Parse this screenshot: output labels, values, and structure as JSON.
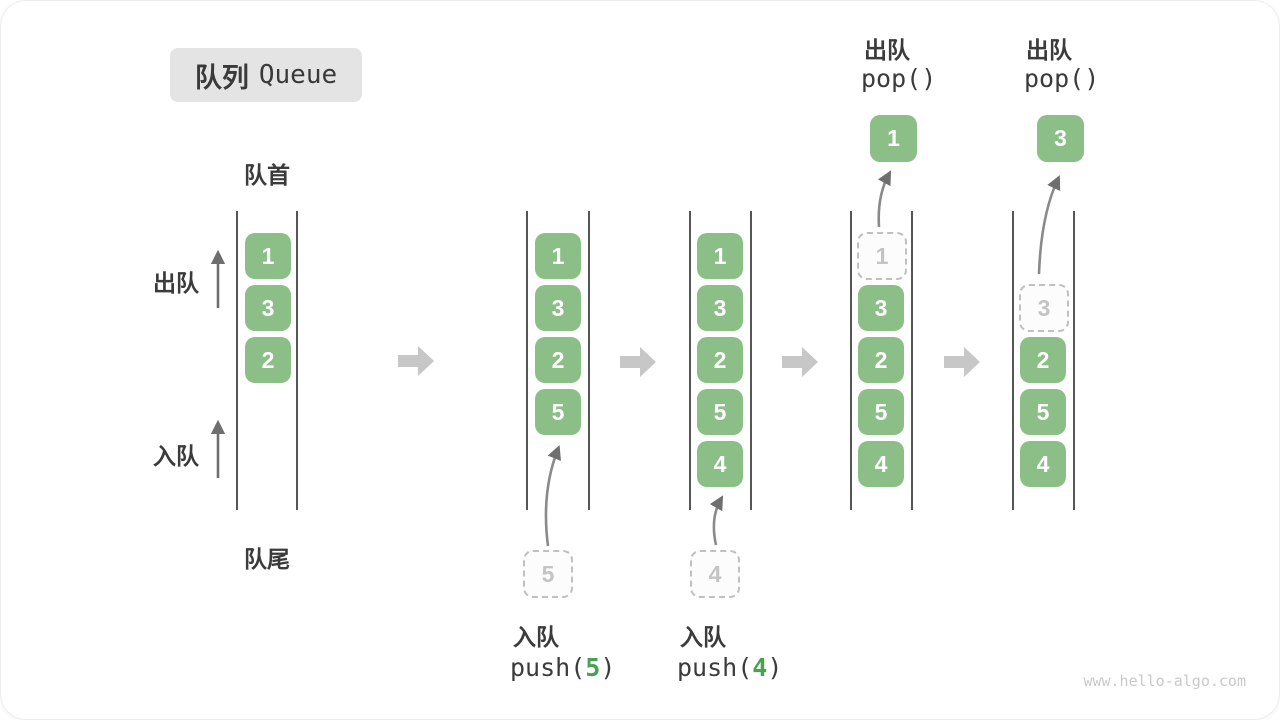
{
  "title": {
    "zh": "队列",
    "en": "Queue"
  },
  "labels": {
    "front": "队首",
    "rear": "队尾",
    "dequeue": "出队",
    "enqueue": "入队"
  },
  "colors": {
    "cell_green": "#8cbf88",
    "code_accent_green": "#4aa053",
    "title_bg": "#e4e4e4",
    "text": "#3b3b3b",
    "channel_line": "#565656",
    "dashed_box": "#c0c0c0",
    "thin_arrow": "#7f7f7f",
    "block_arrow": "#c7c7c7",
    "watermark": "#c9c9c9"
  },
  "states": [
    {
      "cells": [
        "1",
        "3",
        "2"
      ]
    },
    {
      "cells": [
        "1",
        "3",
        "2",
        "5"
      ],
      "incoming_value": "5",
      "op": {
        "zh": "入队",
        "code_pre": "push(",
        "arg": "5",
        "code_post": ")"
      }
    },
    {
      "cells": [
        "1",
        "3",
        "2",
        "5",
        "4"
      ],
      "incoming_value": "4",
      "op": {
        "zh": "入队",
        "code_pre": "push(",
        "arg": "4",
        "code_post": ")"
      }
    },
    {
      "ghost_value": "1",
      "cells": [
        "3",
        "2",
        "5",
        "4"
      ],
      "popped_value": "1",
      "op": {
        "zh": "出队",
        "code": "pop()"
      }
    },
    {
      "ghost_value": "3",
      "cells": [
        "2",
        "5",
        "4"
      ],
      "popped_value": "3",
      "op": {
        "zh": "出队",
        "code": "pop()"
      }
    }
  ],
  "watermark": "www.hello-algo.com"
}
